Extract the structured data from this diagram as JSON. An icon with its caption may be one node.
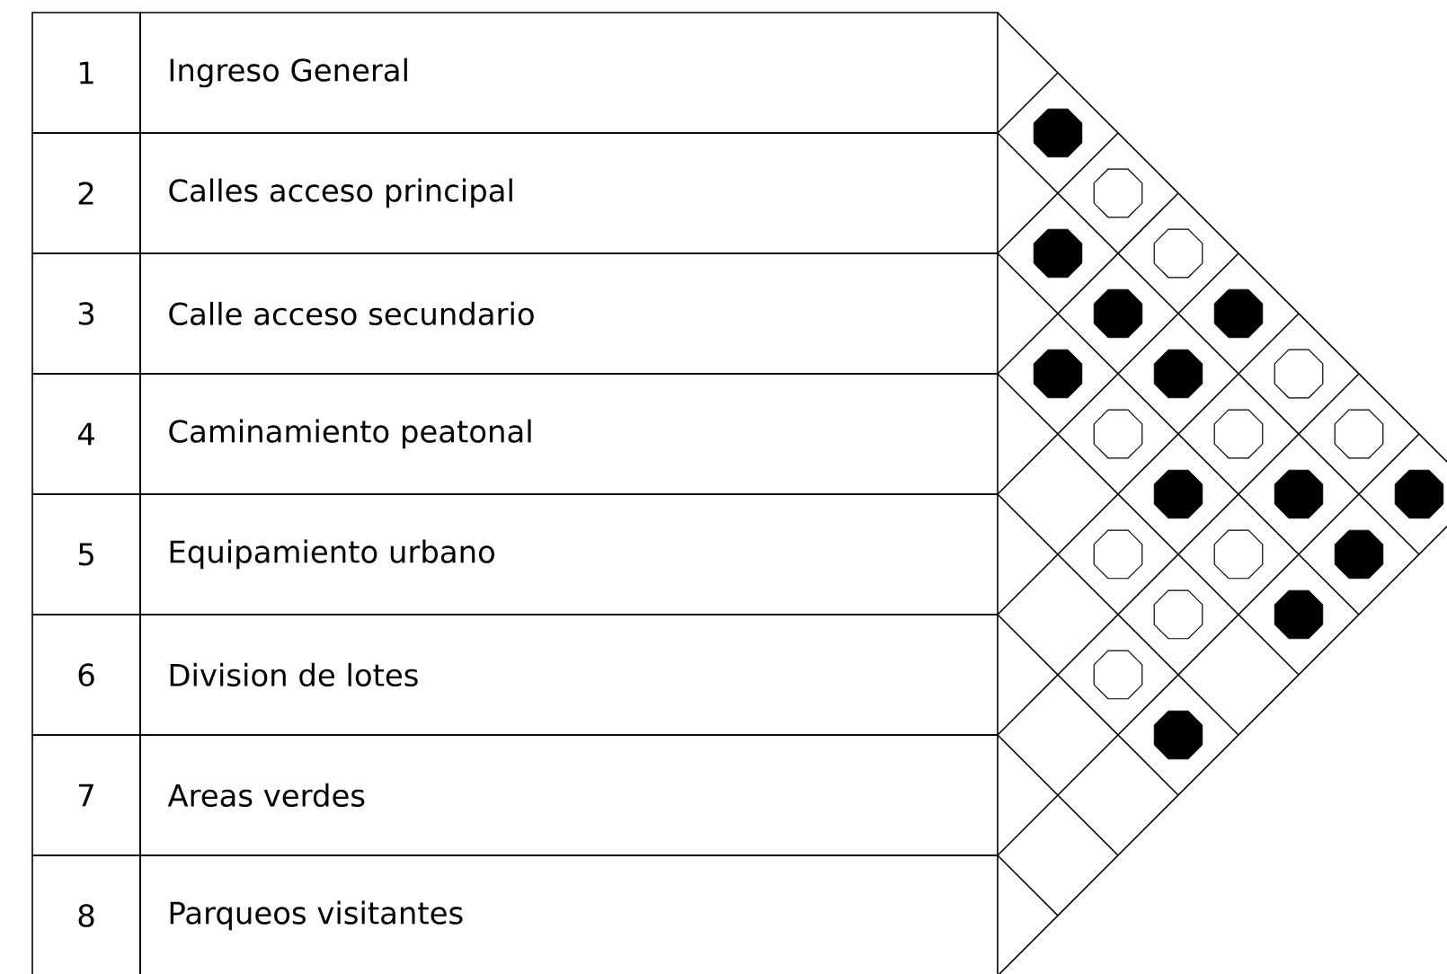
{
  "diagram": {
    "nodes": [
      {
        "text": [],
        "shape": "dot"
      },
      {
        "text": [],
        "shape": "circle"
      },
      {
        "text": [],
        "shape": "dot"
      },
      {
        "text": [],
        "shape": "circle"
      },
      {
        "text": [],
        "shape": "dot"
      },
      {
        "text": [],
        "shape": "dot"
      },
      {
        "text": [],
        "shape": "dot"
      },
      {
        "text": [],
        "shape": "dot"
      },
      {
        "text": [],
        "shape": "circle"
      },
      {
        "text": [],
        "shape": "circle"
      },
      {
        "text": [],
        "shape": "circle"
      },
      {
        "text": [],
        "shape": "circle"
      },
      {
        "text": [],
        "shape": "dot"
      },
      {
        "text": [],
        "shape": "dot"
      },
      {
        "text": [],
        "shape": "dot"
      },
      {
        "text": [],
        "shape": "circle"
      },
      {
        "text": [],
        "shape": "circle"
      },
      {
        "text": [],
        "shape": "dot"
      },
      {
        "text": [],
        "shape": "circle"
      },
      {
        "text": [],
        "shape": "dot"
      },
      {
        "text": [],
        "shape": "circle"
      },
      {
        "text": [],
        "shape": "dot"
      }
    ],
    "labels": [
      "1",
      "Ingreso General",
      "2",
      "Calles acceso principal",
      "3",
      "Calle acceso secundario",
      "4",
      "Caminamiento peatonal",
      "5",
      "Equipamiento urbano",
      "6",
      "Division de lotes",
      "7",
      "Areas verdes",
      "8",
      "Parqueos visitantes"
    ]
  }
}
